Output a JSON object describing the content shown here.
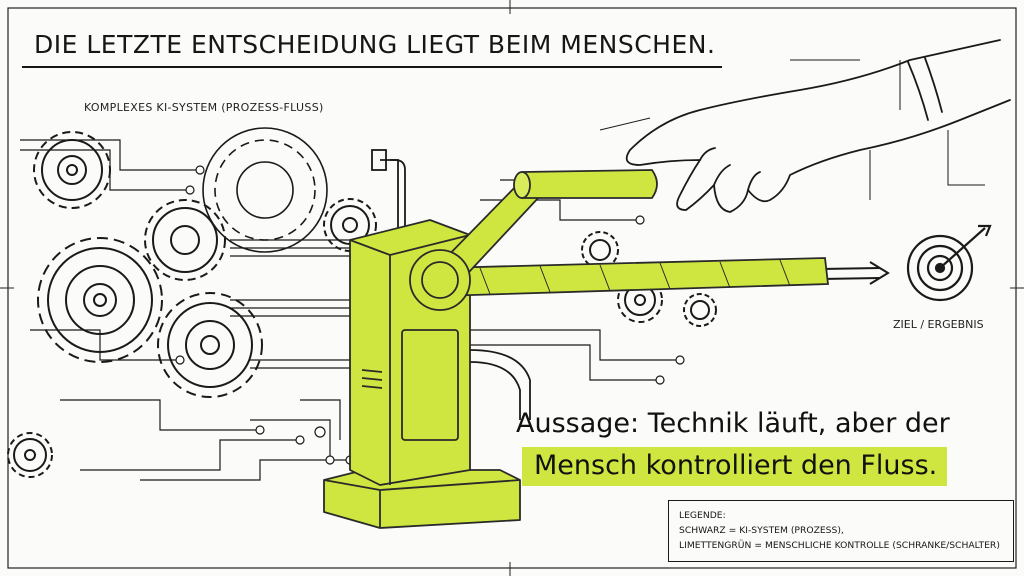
{
  "title": "DIE LETZTE ENTSCHEIDUNG LIEGT BEIM MENSCHEN.",
  "system_label": "KOMPLEXES KI-SYSTEM (PROZESS-FLUSS)",
  "goal_label": "ZIEL / ERGEBNIS",
  "statement": {
    "line1": "Aussage: Technik läuft, aber der",
    "line2": "Mensch kontrolliert den Fluss."
  },
  "legend": {
    "heading": "LEGENDE:",
    "line1": "SCHWARZ = KI-SYSTEM (PROZESS),",
    "line2": "LIMETTENGRÜN = MENSCHLICHE KONTROLLE (SCHRANKE/SCHALTER)"
  },
  "colors": {
    "ink": "#161616",
    "lime": "#cfe640",
    "paper": "#fbfbf9"
  }
}
